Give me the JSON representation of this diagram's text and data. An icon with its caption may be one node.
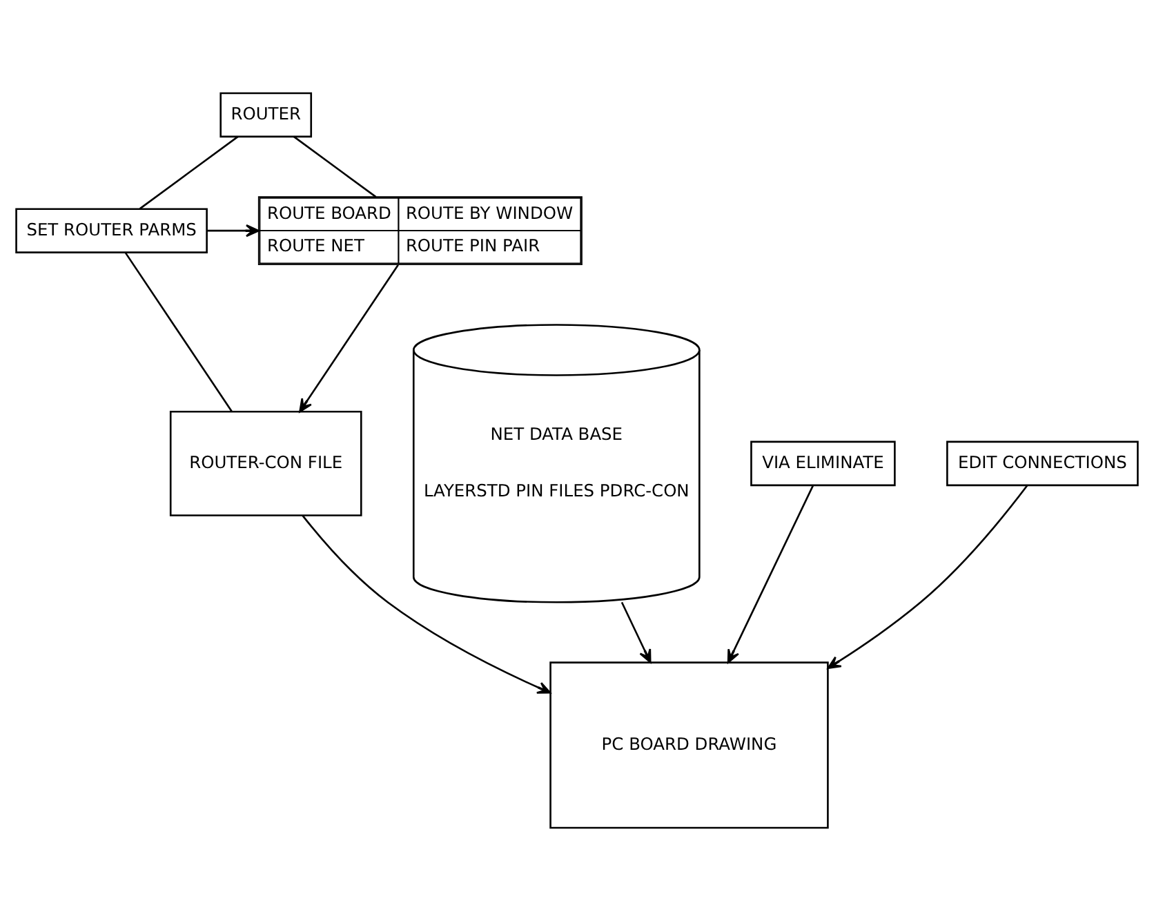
{
  "diagram": {
    "nodes": [
      {
        "text": [
          "ROUTER"
        ]
      },
      {
        "text": [
          "SET ROUTER PARMS"
        ]
      },
      {
        "text": [
          "ROUTE BOARD",
          "ROUTE BY WINDOW",
          "ROUTE NET",
          "ROUTE PIN PAIR"
        ]
      },
      {
        "text": [
          "ROUTER-CON FILE"
        ]
      },
      {
        "text": [
          "NET DATA BASE",
          "LAYERSTD PIN FILES PDRC-CON"
        ]
      },
      {
        "text": [
          "PC BOARD DRAWING"
        ]
      },
      {
        "text": [
          "VIA ELIMINATE"
        ]
      },
      {
        "text": [
          "EDIT CONNECTIONS"
        ]
      }
    ],
    "edges": [
      {
        "from": 0,
        "to": 1,
        "arrow": "none"
      },
      {
        "from": 0,
        "to": 2,
        "arrow": "none"
      },
      {
        "from": 1,
        "to": 2,
        "arrow": "to"
      },
      {
        "from": 1,
        "to": 3,
        "arrow": "none"
      },
      {
        "from": 2,
        "to": 3,
        "arrow": "to"
      },
      {
        "from": 3,
        "to": 5,
        "arrow": "to"
      },
      {
        "from": 4,
        "to": 5,
        "arrow": "to"
      },
      {
        "from": 6,
        "to": 5,
        "arrow": "to"
      },
      {
        "from": 7,
        "to": 5,
        "arrow": "to"
      }
    ]
  }
}
